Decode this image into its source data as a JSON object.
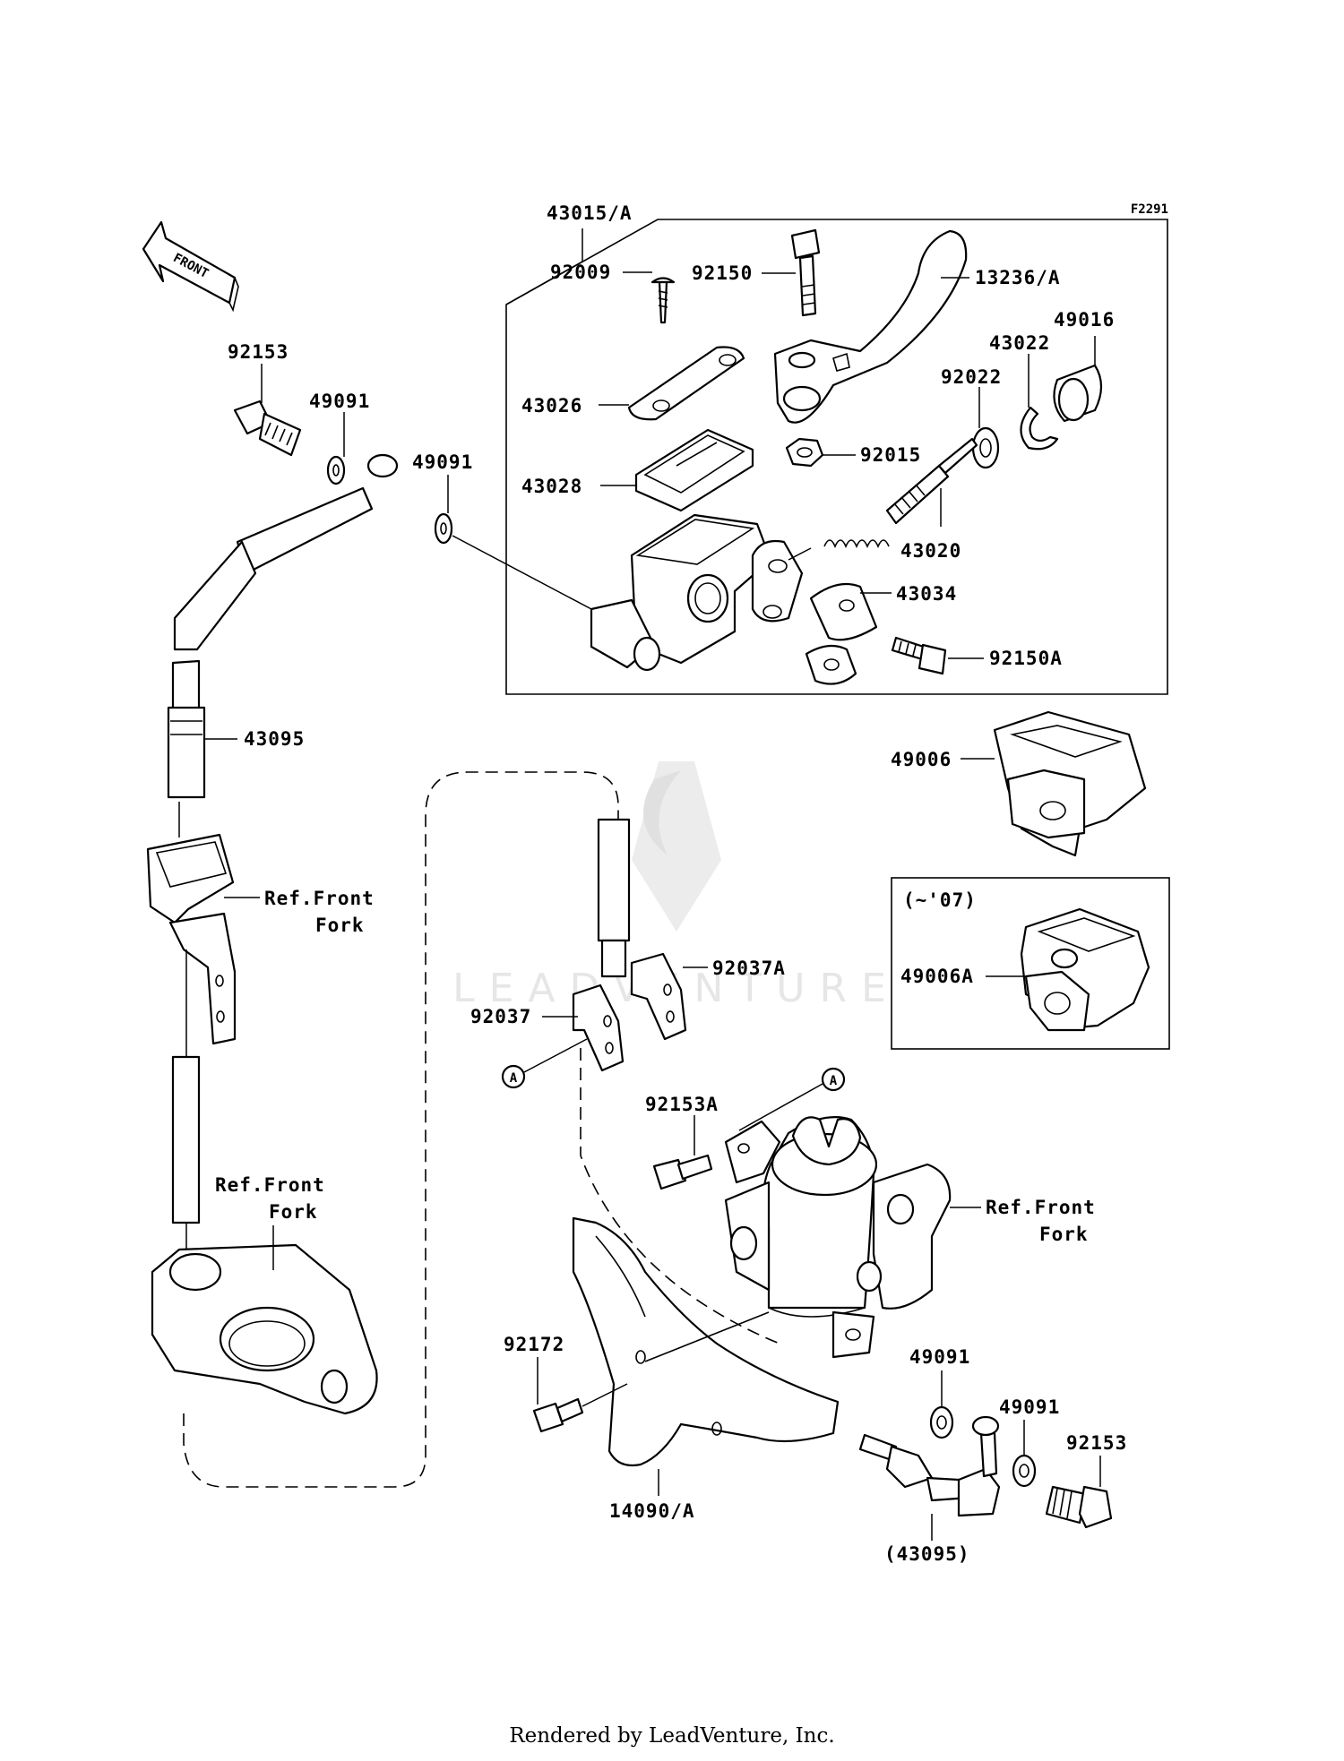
{
  "figure_code": "F2291",
  "front_arrow_label": "FRONT",
  "section_note": "(~'07)",
  "callout_letter": "A",
  "watermark_text": "LEADVENTURE",
  "footer": "Rendered by LeadVenture, Inc.",
  "labels": {
    "l43015a": "43015/A",
    "l92150": "92150",
    "l13236a": "13236/A",
    "l92009": "92009",
    "l49016": "49016",
    "l43022": "43022",
    "l92022": "92022",
    "l43026": "43026",
    "l92015": "92015",
    "l43028": "43028",
    "l43020": "43020",
    "l43034": "43034",
    "l92150a": "92150A",
    "l92153_top": "92153",
    "l49091_top1": "49091",
    "l49091_top2": "49091",
    "l43095": "43095",
    "l49006": "49006",
    "l49006a": "49006A",
    "ref_front_fork_1a": "Ref.Front",
    "ref_front_fork_1b": "Fork",
    "ref_front_fork_2a": "Ref.Front",
    "ref_front_fork_2b": "Fork",
    "ref_front_fork_3a": "Ref.Front",
    "ref_front_fork_3b": "Fork",
    "l92037a": "92037A",
    "l92037": "92037",
    "l92153a": "92153A",
    "l92172": "92172",
    "l49091_bot1": "49091",
    "l49091_bot2": "49091",
    "l92153_bot": "92153",
    "l14090a": "14090/A",
    "l43095_paren": "(43095)"
  }
}
